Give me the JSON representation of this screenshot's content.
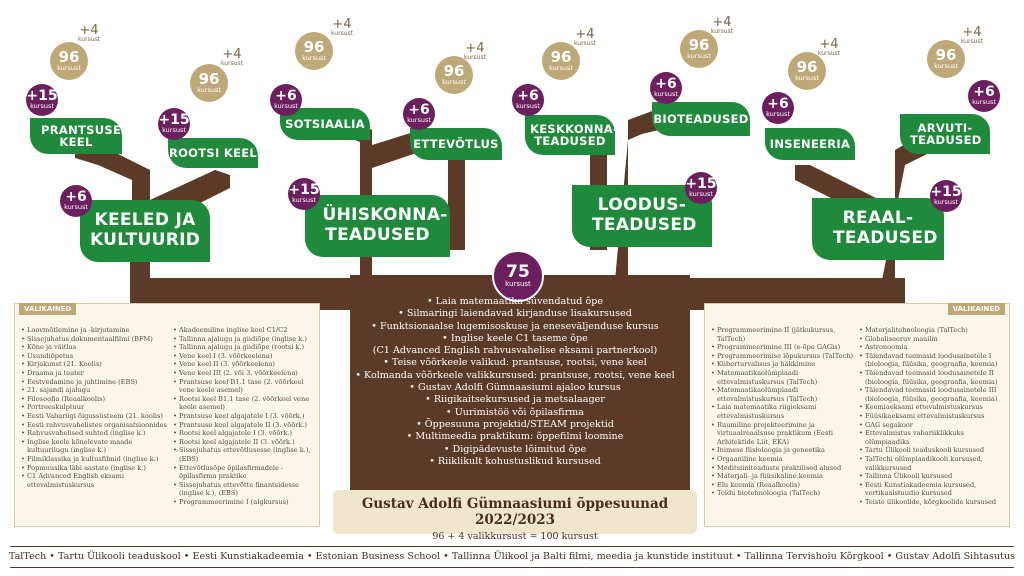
{
  "center_badge": {
    "number": "75",
    "unit": "kursust"
  },
  "gold_circles": [
    {
      "number": "96",
      "unit": "kursust"
    },
    {
      "number": "96",
      "unit": "kursust"
    },
    {
      "number": "96",
      "unit": "kursust"
    },
    {
      "number": "96",
      "unit": "kursust"
    },
    {
      "number": "96",
      "unit": "kursust"
    },
    {
      "number": "96",
      "unit": "kursust"
    },
    {
      "number": "96",
      "unit": "kursust"
    },
    {
      "number": "96",
      "unit": "kursust"
    }
  ],
  "plus4_leaves": [
    {
      "number": "+4",
      "unit": "kursust"
    },
    {
      "number": "+4",
      "unit": "kursust"
    },
    {
      "number": "+4",
      "unit": "kursust"
    },
    {
      "number": "+4",
      "unit": "kursust"
    },
    {
      "number": "+4",
      "unit": "kursust"
    },
    {
      "number": "+4",
      "unit": "kursust"
    },
    {
      "number": "+4",
      "unit": "kursust"
    },
    {
      "number": "+4",
      "unit": "kursust"
    }
  ],
  "purple_circles": [
    {
      "number": "+15",
      "unit": "kursust"
    },
    {
      "number": "+15",
      "unit": "kursust"
    },
    {
      "number": "+6",
      "unit": "kursust"
    },
    {
      "number": "+6",
      "unit": "kursust"
    },
    {
      "number": "+15",
      "unit": "kursust"
    },
    {
      "number": "+6",
      "unit": "kursust"
    },
    {
      "number": "+6",
      "unit": "kursust"
    },
    {
      "number": "+6",
      "unit": "kursust"
    },
    {
      "number": "+15",
      "unit": "kursust"
    },
    {
      "number": "+6",
      "unit": "kursust"
    },
    {
      "number": "+6",
      "unit": "kursust"
    },
    {
      "number": "+15",
      "unit": "kursust"
    }
  ],
  "branches": {
    "keeled": "KEELED JA KULTUURID",
    "yhiskonna": "ÜHISKONNA-TEADUSED",
    "loodus": "LOODUS-TEADUSED",
    "reaal": "REAAL-TEADUSED"
  },
  "subjects": {
    "prantsuse": "PRANTSUSE KEEL",
    "rootsi": "ROOTSI KEEL",
    "sotsiaalia": "SOTSIAALIA",
    "ettevotlus": "ETTEVÕTLUS",
    "keskkonna": "KESKKONNA-TEADUSED",
    "bio": "BIOTEADUSED",
    "inseneeria": "INSENEERIA",
    "arvuti": "ARVUTI-TEADUSED"
  },
  "trunk_items": [
    "• Laia matemaatika süvendatud õpe",
    "• Silmaringi laiendavad kirjanduse lisakursused",
    "• Funktsionaalse lugemisoskuse ja eneseväljenduse kursus",
    "• Inglise keele C1 taseme õpe",
    "(C1 Advanced English rahvusvahelise eksami partnerkool)",
    "• Teise võõrkeele valikud: prantsuse, rootsi, vene keel",
    "• Kolmanda võõrkeele valikkursused: prantsuse, rootsi, vene keel",
    "• Gustav Adolfi Gümnaasiumi ajaloo kursus",
    "• Riigikaitsekursused ja metsalaager",
    "• Uurimistöö või õpilasfirma",
    "• Õppesuuna projektid/STEAM projektid",
    "• Multimeedia praktikum: õppefilmi loomine",
    "• Digipädevuste lõimitud õpe",
    "• Riiklikult kohustuslikud kursused"
  ],
  "title": {
    "main": "Gustav Adolfi Gümnaasiumi õppesuunad 2022/2023",
    "sub": "96 + 4 valikkursust = 100 kursust"
  },
  "left_panel": {
    "tag": "VALIKAINED",
    "col1": [
      "Loovmõtlemine ja -kirjutamine",
      "Sissejuhatus dokumentaalfilmi (BFM)",
      "Kõne ja väitlus",
      "Usundiõpetus",
      "Kirjakunst (21. Koolis)",
      "Draama ja teater",
      "Eestvedamine ja juhtimine (EBS)",
      "21. sajandi ajalugu",
      "Filosoofia (Reaalkoolis)",
      "Portreeskulptuur",
      "Eesti Vabariigi õigussüsteem (21. koolis)",
      "Eesti rahvusvahelistes organisatsioonides",
      "Rahvusvahelised suhted (inglise k.)",
      "Inglise keele kõnelevate maade kultuurilugu (inglise k.)",
      "Filmiklassika ja kultusfilmid (inglise k.)",
      "Popmuusika läbi aastate (inglise k.)",
      "C1 Advanced English eksami ettevalmistuskursus"
    ],
    "col2": [
      "Akadeemiline inglise keel C1/C2",
      "Tallinna ajalugu ja giidiõpe (inglise k.)",
      "Tallinna ajalugu ja giidiõpe (rootsi k.)",
      "Vene keel I (3. võõrkeelena)",
      "Vene keel II (3. võõrkeelena)",
      "Vene keel III (2. või 3. võõrkeelena)",
      "Prantsuse keel B1.1 tase (2. võõrkeel vene keele asemel)",
      "Rootsi keel B1.1 tase (2. võõrkeel vene keele asemel)",
      "Prantsuse keel algajatele I (3. võõrk.)",
      "Prantsuse keel algajatele II (3. võõrk.)",
      "Rootsi keel algajatele I (3. võõrk.)",
      "Rootsi keel algajatele II (3. võõrk.)",
      "Sissejuhatus ettevõtlusesse (inglise k.), (EBS)",
      "Ettevõtlusõpe õpilasfirmadele - õpilasfirma praktike",
      "Sissejuhatus ettevõtte finantsidesse (inglise k.), (EBS)",
      "Programmeerimine I (algkursus)"
    ]
  },
  "right_panel": {
    "tag": "VALIKAINED",
    "col1": [
      "Programmeerimine II (jätkukursus, TalTech)",
      "Programmeerimine III (e-õpe GAGis)",
      "Programmeerimise lõpukursus (TalTech)",
      "Küberturvalisus ja häkkimine",
      "Matemaatikaolümpiaadi ettevalmistuskursus (TalTech)",
      "Matemaatikaolümpiaadi ettevalmistuskursus (TalTech)",
      "Laia matemaatika riigieksami ettevalmistuskursus",
      "Ruumiline projekteerimine ja virtuaalreaalsuse praktikum (Eesti Arhitektide Liit, EKA)",
      "Inimese füsioloogia ja geneetika",
      "Orgaaniline keemia",
      "Meditsiiniteaduste praktilised alused",
      "Materjali- ja füüsikaline keemia",
      "Elu keemia (Reaalkoolis)",
      "Toidu biotehnoloogia (TalTech)"
    ],
    "col2": [
      "Materjalitehnoloogia (TalTech)",
      "Globaliseeruv maailm",
      "Astronoomia",
      "Täiendavad teemasid loodusainetele I (bioloogia, füüsika, geograafia, keemia)",
      "Täiendavad teemasid loodusainetele II (bioloogia, füüsika, geograafia, keemia)",
      "Täiendavad teemasid loodusainetele III (bioloogia, füüsika, geograafia, keemia)",
      "Keemiaeksami ettevalmistuskursus",
      "Füüsikaeksami ettevalmistuskursus",
      "GAG segakoor",
      "Ettevalmistus vabariiklikkuks olümpiaadiks",
      "Tartu Ülikooli teaduskooli kursused",
      "TalTechi olümpiaadikooli kursused, valikkursused",
      "Tallinna Ülikooli kursused",
      "Eesti Kunstiakadeemia kursused, vertikaalstuudio kursused",
      "Teiste ülikoolide, kõrgkoolide kursused"
    ]
  },
  "footer": "TalTech • Tartu Ülikooli teaduskool • Eesti Kunstiakadeemia • Estonian Business School • Tallinna Ülikool ja Balti filmi, meedia ja kunstide instituut • Tallinna Tervishoiu Kõrgkool • Gustav Adolfi Sihtasutus",
  "colors": {
    "trunk": "#5b3a28",
    "leaf": "#1f8a3b",
    "gold": "#bfa877",
    "purple": "#6b1f5e"
  }
}
